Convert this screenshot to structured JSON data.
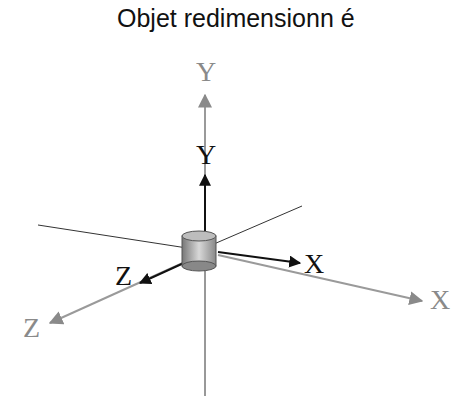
{
  "diagram": {
    "title": "Objet redimensionn é",
    "labels": [
      "Y",
      "Y",
      "Z",
      "X",
      "X",
      "Z"
    ]
  }
}
